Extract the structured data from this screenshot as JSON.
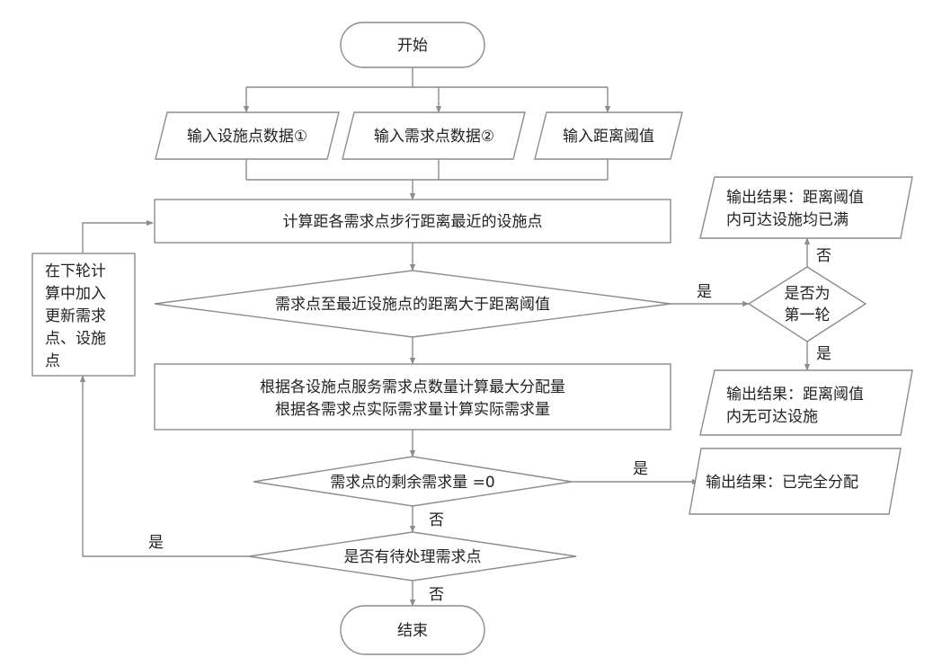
{
  "nodes": {
    "start": "开始",
    "input_facility": "输入设施点数据①",
    "input_demand": "输入需求点数据②",
    "input_threshold": "输入距离阈值",
    "calc_nearest": "计算距各需求点步行距离最近的设施点",
    "check_distance": "需求点至最近设施点的距离大于距离阈值",
    "compute_line1": "根据各设施点服务需求点数量计算最大分配量",
    "compute_line2": "根据各需求点实际需求量计算实际需求量",
    "check_remaining": "需求点的剩余需求量 =0",
    "check_pending": "是否有待处理需求点",
    "end": "结束",
    "first_round_line1": "是否为",
    "first_round_line2": "第一轮",
    "out_full_line1": "输出结果：距离阈值",
    "out_full_line2": "内可达设施均已满",
    "out_none_line1": "输出结果：距离阈值",
    "out_none_line2": "内无可达设施",
    "out_allocated": "输出结果：已完全分配",
    "loop_line1": "在下轮计",
    "loop_line2": "算中加入",
    "loop_line3": "更新需求",
    "loop_line4": "点、设施",
    "loop_line5": "点"
  },
  "edge_labels": {
    "yes_to_first_round": "是",
    "no_up_first_round": "否",
    "yes_down_first_round": "是",
    "yes_remaining": "是",
    "no_remaining": "否",
    "yes_pending": "是",
    "no_pending": "否"
  }
}
